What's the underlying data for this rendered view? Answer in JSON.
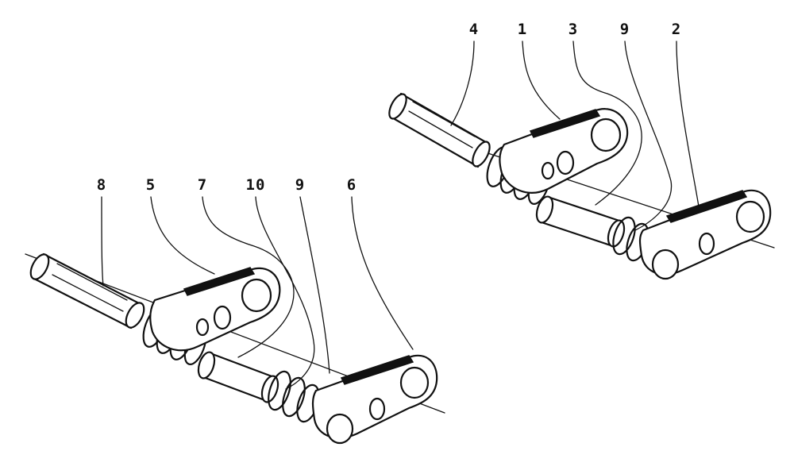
{
  "diagram": {
    "assemblies": [
      {
        "id": "upper-right",
        "callouts": [
          "4",
          "1",
          "3",
          "9",
          "2"
        ]
      },
      {
        "id": "lower-left",
        "callouts": [
          "8",
          "5",
          "7",
          "10",
          "9",
          "6"
        ]
      }
    ]
  },
  "colors": {
    "ink": "#111111",
    "paper": "#ffffff"
  }
}
